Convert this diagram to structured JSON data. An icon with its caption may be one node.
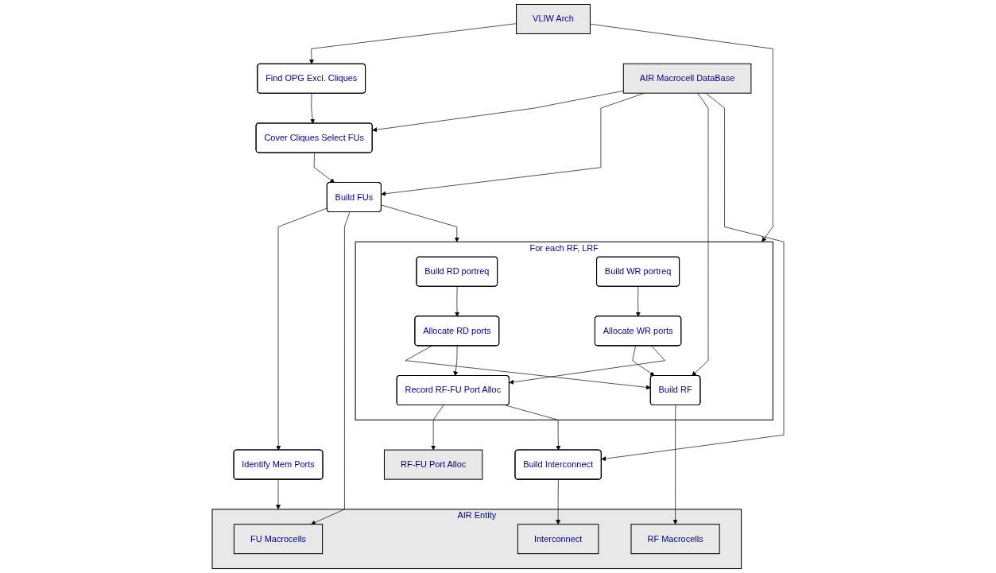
{
  "diagram": {
    "nodes": [
      {
        "text": [
          "VLIW Arch"
        ]
      },
      {
        "text": [
          "Find OPG Excl. Cliques"
        ]
      },
      {
        "text": [
          "Cover Cliques Select FUs"
        ]
      },
      {
        "text": [
          "AIR Macrocell DataBase"
        ]
      },
      {
        "text": [
          "Build FUs"
        ]
      },
      {
        "text": [
          "Identify Mem Ports"
        ]
      },
      {
        "text": [
          "For each RF, LRF"
        ]
      },
      {
        "text": [
          "Build RD portreq"
        ],
        "in": 6
      },
      {
        "text": [
          "Build WR portreq"
        ],
        "in": 6
      },
      {
        "text": [
          "Allocate RD ports"
        ],
        "in": 6
      },
      {
        "text": [
          "Allocate WR ports"
        ],
        "in": 6
      },
      {
        "text": [
          "Build RF"
        ],
        "in": 6
      },
      {
        "text": [
          "Record RF-FU Port Alloc"
        ],
        "in": 6
      },
      {
        "text": [
          "RF-FU Port Alloc"
        ]
      },
      {
        "text": [
          "Build Interconnect"
        ]
      },
      {
        "text": [
          "AIR Entity"
        ]
      },
      {
        "text": [
          "FU Macrocells"
        ],
        "in": 15
      },
      {
        "text": [
          "RF Macrocells"
        ],
        "in": 15
      },
      {
        "text": [
          "Interconnect"
        ],
        "in": 15
      }
    ],
    "edges": [
      {
        "from": 0,
        "to": 1,
        "arrow": "to"
      },
      {
        "from": 0,
        "to": 6,
        "arrow": "to"
      },
      {
        "from": 1,
        "to": 2,
        "arrow": "to"
      },
      {
        "from": 3,
        "to": 2,
        "arrow": "to"
      },
      {
        "from": 2,
        "to": 4,
        "arrow": "to"
      },
      {
        "from": 3,
        "to": 4,
        "arrow": "to"
      },
      {
        "from": 3,
        "to": 11,
        "arrow": "to"
      },
      {
        "from": 3,
        "to": 14,
        "arrow": "to"
      },
      {
        "from": 4,
        "to": 5,
        "arrow": "to"
      },
      {
        "from": 4,
        "to": 6,
        "arrow": "to"
      },
      {
        "from": 4,
        "to": 16,
        "arrow": "to"
      },
      {
        "from": 5,
        "to": 15,
        "arrow": "to"
      },
      {
        "from": 7,
        "to": 9,
        "arrow": "to"
      },
      {
        "from": 8,
        "to": 10,
        "arrow": "to"
      },
      {
        "from": 9,
        "to": 11,
        "arrow": "to"
      },
      {
        "from": 9,
        "to": 12,
        "arrow": "to"
      },
      {
        "from": 10,
        "to": 11,
        "arrow": "to"
      },
      {
        "from": 10,
        "to": 12,
        "arrow": "to"
      },
      {
        "from": 12,
        "to": 13,
        "arrow": "to"
      },
      {
        "from": 12,
        "to": 14,
        "arrow": "to"
      },
      {
        "from": 11,
        "to": 17,
        "arrow": "to"
      },
      {
        "from": 14,
        "to": 18,
        "arrow": "to"
      }
    ]
  }
}
